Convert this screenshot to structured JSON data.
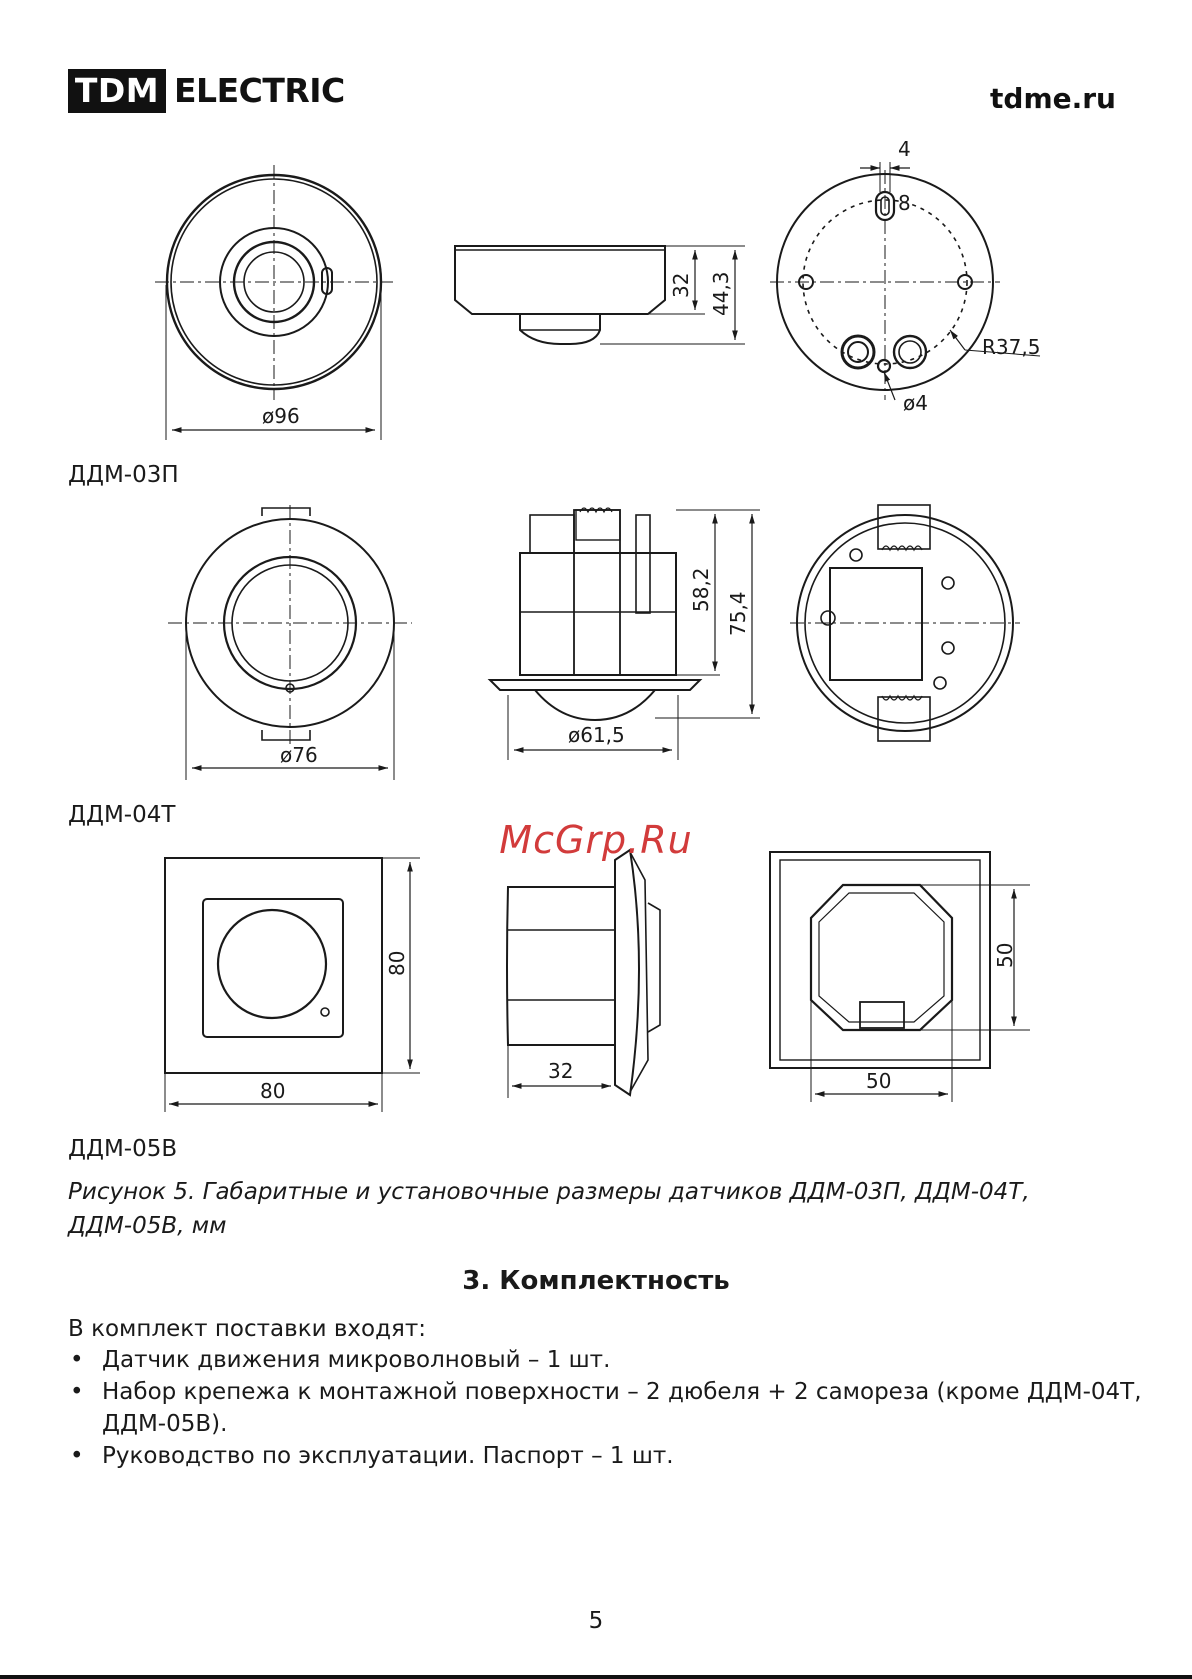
{
  "header": {
    "logo_mark": "TDM",
    "logo_text": "ELECTRIC",
    "site": "tdme.ru"
  },
  "drawings": {
    "ddm03p": {
      "label": "ДДМ-03П",
      "dim_diameter": "ø96",
      "dim_h1": "32",
      "dim_h2": "44,3",
      "dim_slot_w": "4",
      "dim_slot_h": "8",
      "dim_radius": "R37,5",
      "dim_hole": "ø4"
    },
    "ddm04t": {
      "label": "ДДМ-04Т",
      "dim_diameter": "ø76",
      "dim_h1": "58,2",
      "dim_h2": "75,4",
      "dim_body": "ø61,5"
    },
    "ddm05v": {
      "label": "ДДМ-05В",
      "dim_w": "80",
      "dim_h": "80",
      "dim_depth": "32",
      "dim_box_w": "50",
      "dim_box_h": "50"
    }
  },
  "watermark": "McGrp.Ru",
  "caption": "Рисунок 5. Габаритные и установочные размеры датчиков ДДМ-03П, ДДМ-04Т, ДДМ-05В, мм",
  "section_title": "3. Комплектность",
  "intro": "В комплект поставки входят:",
  "kit_items": [
    "Датчик движения микроволновый – 1 шт.",
    "Набор крепежа к монтажной поверхности – 2 дюбеля + 2 самореза (кроме ДДМ-04Т, ДДМ-05В).",
    "Руководство по эксплуатации. Паспорт – 1 шт."
  ],
  "page_number": "5"
}
